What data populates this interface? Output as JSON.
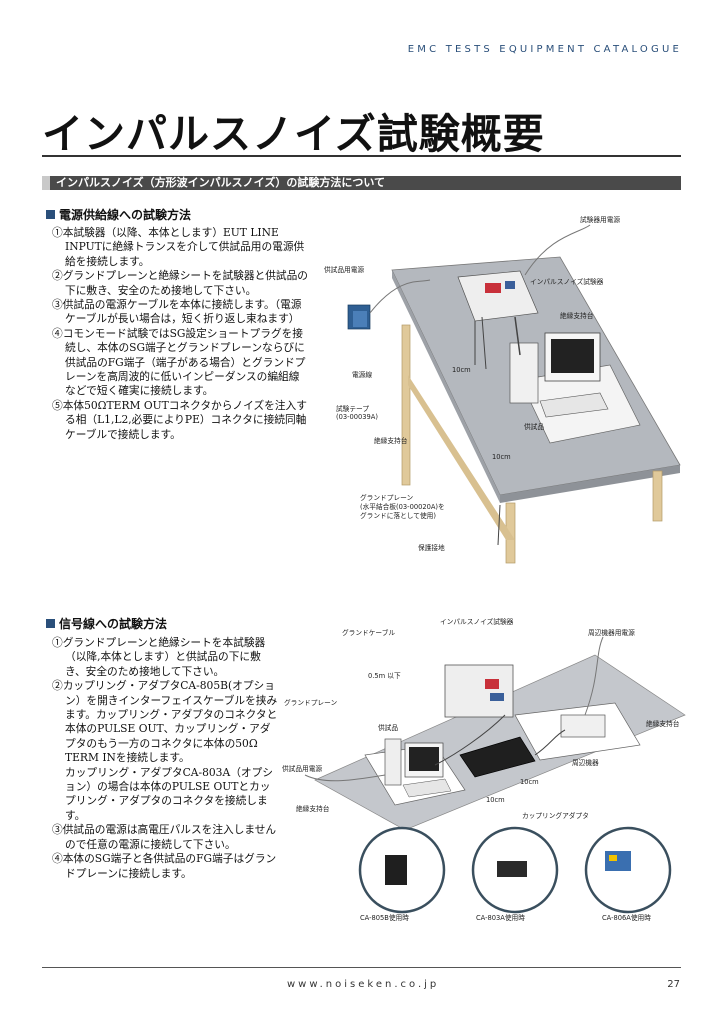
{
  "header": {
    "catalogue": "EMC TESTS EQUIPMENT CATALOGUE"
  },
  "page_title": "インパルスノイズ試験概要",
  "banner": "インパルスノイズ（方形波インパルスノイズ）の試験方法について",
  "section1": {
    "heading": "電源供給線への試験方法",
    "steps": [
      "①本試験器（以降、本体とします）EUT LINE INPUTに絶縁トランスを介して供試品用の電源供給を接続します。",
      "②グランドプレーンと絶縁シートを試験器と供試品の下に敷き、安全のため接地して下さい。",
      "③供試品の電源ケーブルを本体に接続します。（電源ケーブルが長い場合は，短く折り返し束ねます）",
      "④コモンモード試験ではSG設定ショートプラグを接続し、本体のSG端子とグランドプレーンならびに供試品のFG端子（端子がある場合）とグランドプレーンを高周波的に低いインピーダンスの編組線などで短く確実に接続します。",
      "⑤本体50ΩTERM OUTコネクタからノイズを注入する相（L1,L2,必要によりPE）コネクタに接続同軸ケーブルで接続します。"
    ],
    "labels": {
      "test_power": "試験器用電源",
      "eut_power": "供試品用電源",
      "impulse_tester": "インパルスノイズ試験器",
      "insulating_stand_1": "絶縁支持台",
      "power_line": "電源線",
      "dim_1": "10cm",
      "test_tape": "試験テープ",
      "test_tape_code": "(03-00039A)",
      "eut": "供試品",
      "insulating_stand_2": "絶縁支持台",
      "dim_2": "10cm",
      "ground_plane": "グランドプレーン",
      "ground_plane_note_1": "(水平結合板(03-00020A)を",
      "ground_plane_note_2": "グランドに落として使用)",
      "protective_ground": "保護接地"
    }
  },
  "section2": {
    "heading": "信号線への試験方法",
    "steps": [
      "①グランドプレーンと絶縁シートを本試験器（以降,本体とします）と供試品の下に敷き、安全のため接地して下さい。",
      "②カップリング・アダプタCA-805B(オプション）を開きインターフェイスケーブルを挟みます。カップリング・アダプタのコネクタと本体のPULSE OUT、カップリング・アダプタのもう一方のコネクタに本体の50Ω TERM INを接続します。",
      "カップリング・アダプタCA-803A（オプション）の場合は本体のPULSE OUTとカップリング・アダプタのコネクタを接続します。",
      "③供試品の電源は高電圧パルスを注入しませんので任意の電源に接続して下さい。",
      "④本体のSG端子と各供試品のFG端子はグランドプレーンに接続します。"
    ],
    "labels": {
      "impulse_tester": "インパルスノイズ試験器",
      "ground_cable": "グランドケーブル",
      "peripheral_power": "周辺機器用電源",
      "max_length": "0.5m 以下",
      "ground_plane": "グランドプレーン",
      "insulating_stand_1": "絶縁支持台",
      "eut": "供試品",
      "eut_power": "供試品用電源",
      "peripheral": "周辺機器",
      "dim_1": "10cm",
      "dim_2": "10cm",
      "insulating_stand_2": "絶縁支持台",
      "coupling_adapter": "カップリングアダプタ"
    },
    "circles": [
      "CA-805B使用時",
      "CA-803A使用時",
      "CA-806A使用時"
    ]
  },
  "footer": {
    "url": "www.noiseken.co.jp",
    "page": "27"
  },
  "colors": {
    "accent": "#2a4f7a",
    "banner": "#4a4a4a",
    "table_top": "#b4b8be",
    "table_leg": "#e0c99a",
    "transformer": "#2f5f93",
    "circle_border": "#3a4f5e"
  }
}
